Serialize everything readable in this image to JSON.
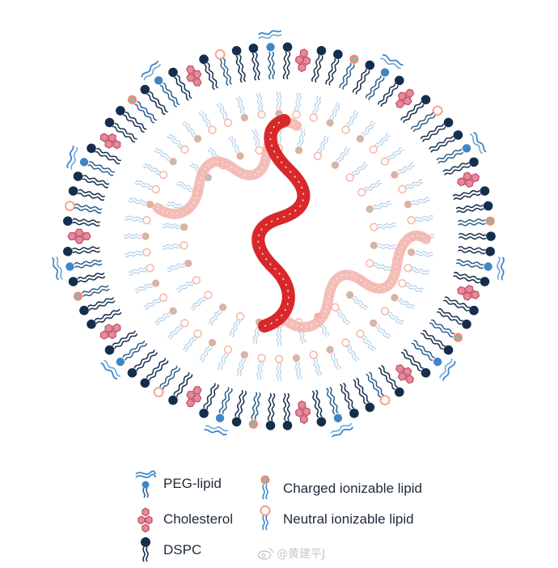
{
  "colors": {
    "peg": "#3f86c6",
    "peg_light": "#6aa8db",
    "tail": "#2b5f8e",
    "tail_light": "#9ec4e4",
    "dspc": "#152e4d",
    "cholesterol": "#e8889a",
    "cholesterol_stroke": "#b84a62",
    "charged": "#f08a73",
    "charged_core": "#5fc9c2",
    "neutral": "#f5a48f",
    "rna": "#d8282a",
    "rna_light": "#f3b6b0"
  },
  "legend": [
    {
      "label": "PEG-lipid",
      "icon": "peg-lipid-icon"
    },
    {
      "label": "Cholesterol",
      "icon": "cholesterol-icon"
    },
    {
      "label": "DSPC",
      "icon": "dspc-icon"
    },
    {
      "label": "Charged ionizable lipid",
      "icon": "charged-ionizable-lipid-icon"
    },
    {
      "label": "Neutral ionizable lipid",
      "icon": "neutral-ionizable-lipid-icon"
    }
  ],
  "watermark": {
    "text": "@黄建平J"
  }
}
